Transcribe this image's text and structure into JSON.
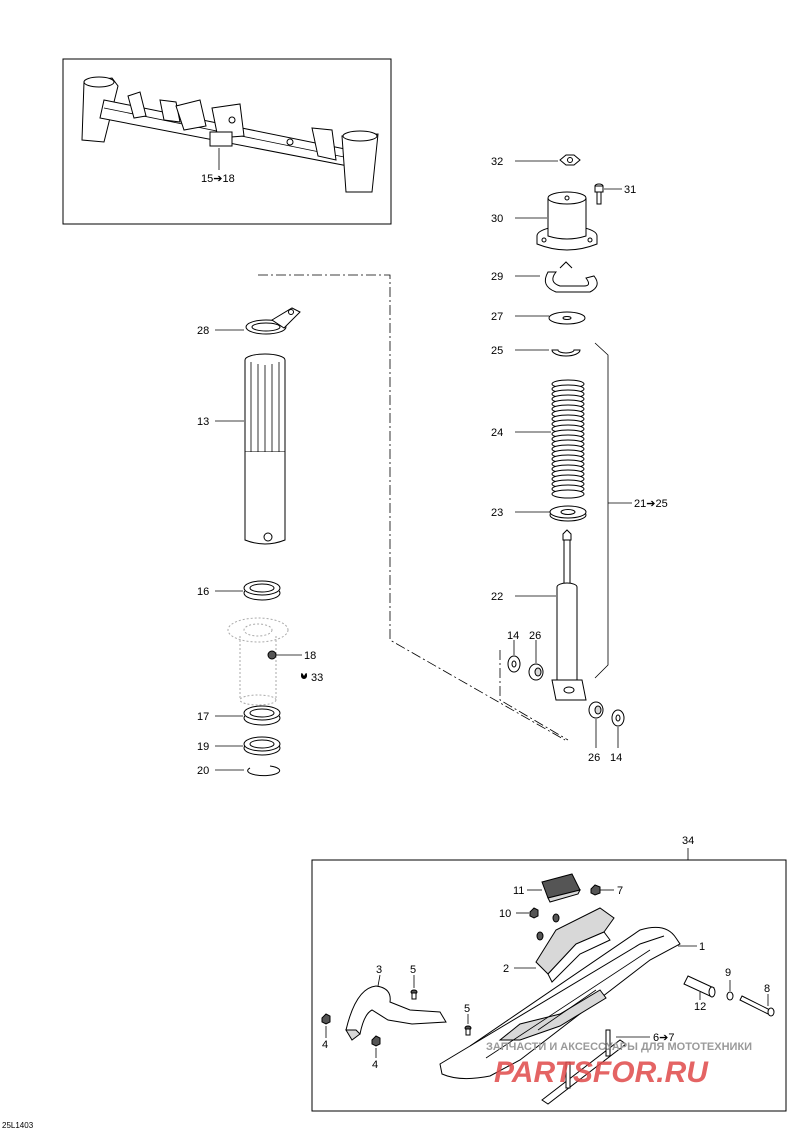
{
  "callouts": {
    "c15_18": "15➔18",
    "c32": "32",
    "c31": "31",
    "c30": "30",
    "c29": "29",
    "c27": "27",
    "c25": "25",
    "c24": "24",
    "c23": "23",
    "c22": "22",
    "c21_25": "21➔25",
    "c14a": "14",
    "c26a": "26",
    "c26b": "26",
    "c14b": "14",
    "c28": "28",
    "c13": "13",
    "c16": "16",
    "c18": "18",
    "c33": "33",
    "c17": "17",
    "c19": "19",
    "c20": "20",
    "c34": "34",
    "c11": "11",
    "c7": "7",
    "c10": "10",
    "c1": "1",
    "c2": "2",
    "c3": "3",
    "c5a": "5",
    "c5b": "5",
    "c4a": "4",
    "c4b": "4",
    "c9": "9",
    "c12": "12",
    "c8": "8",
    "c6_7": "6➔7"
  },
  "watermark": {
    "line1": "ЗАПЧАСТИ И АКСЕССУАРЫ ДЛЯ МОТОТЕХНИКИ",
    "line2": "PARTSFOR.RU"
  },
  "figure_code": "25L1403"
}
